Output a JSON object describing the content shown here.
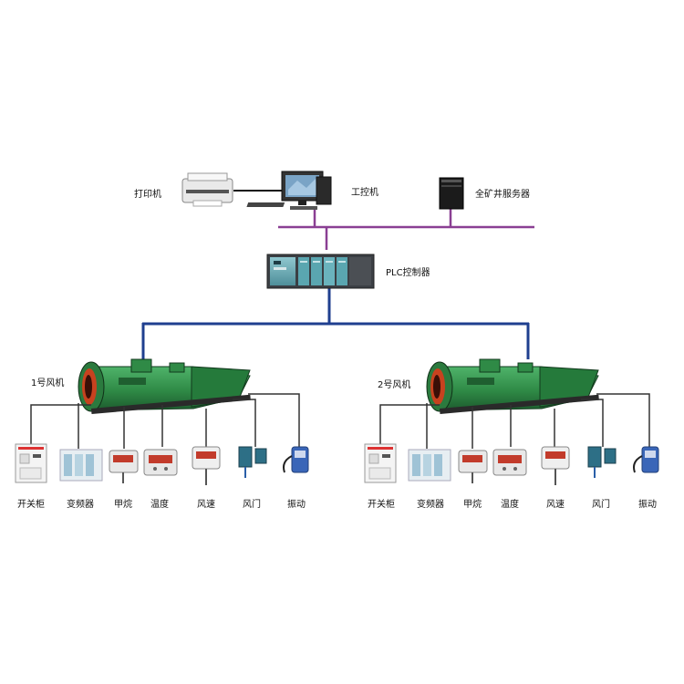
{
  "labels": {
    "printer": "打印机",
    "workstation": "工控机",
    "server": "全矿井服务器",
    "plc": "PLC控制器"
  },
  "fans": [
    {
      "title": "1号风机",
      "devices": [
        "开关柜",
        "变频器",
        "甲烷",
        "温度",
        "风速",
        "风门",
        "振动"
      ]
    },
    {
      "title": "2号风机",
      "devices": [
        "开关柜",
        "变频器",
        "甲烷",
        "温度",
        "风速",
        "风门",
        "振动"
      ]
    }
  ],
  "colors": {
    "network_bus": "#8a3f93",
    "control_bus": "#1f3f8f",
    "fan_body": "#2f8a46",
    "sensor_wire": "#333333"
  }
}
